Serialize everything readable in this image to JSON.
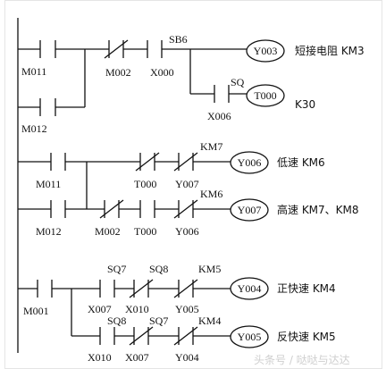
{
  "diagram": {
    "rung1": {
      "contacts": [
        "M011",
        "M012",
        "M002",
        "X000",
        "SB6"
      ],
      "coil": "Y003",
      "desc": "短接电阻 KM3",
      "sub": {
        "contact": "X006",
        "label": "SQ",
        "coil": "T000",
        "desc": "K30"
      }
    },
    "rung2": {
      "contacts": [
        "M011",
        "T000",
        "Y007",
        "KM7"
      ],
      "coil": "Y006",
      "desc": "低速 KM6"
    },
    "rung3": {
      "contacts": [
        "M012",
        "M002",
        "T000",
        "Y006",
        "KM6"
      ],
      "coil": "Y007",
      "desc": "高速 KM7、KM8"
    },
    "rung4": {
      "contacts": [
        "M001",
        "X007",
        "SQ7",
        "X010",
        "SQ8",
        "Y005",
        "KM5"
      ],
      "coil": "Y004",
      "desc": "正快速 KM4"
    },
    "rung5": {
      "contacts": [
        "X010",
        "SQ8",
        "X007",
        "SQ7",
        "Y004",
        "KM4"
      ],
      "coil": "Y005",
      "desc": "反快速 KM5"
    },
    "watermark": "头条号 / 哒哒与达达"
  }
}
